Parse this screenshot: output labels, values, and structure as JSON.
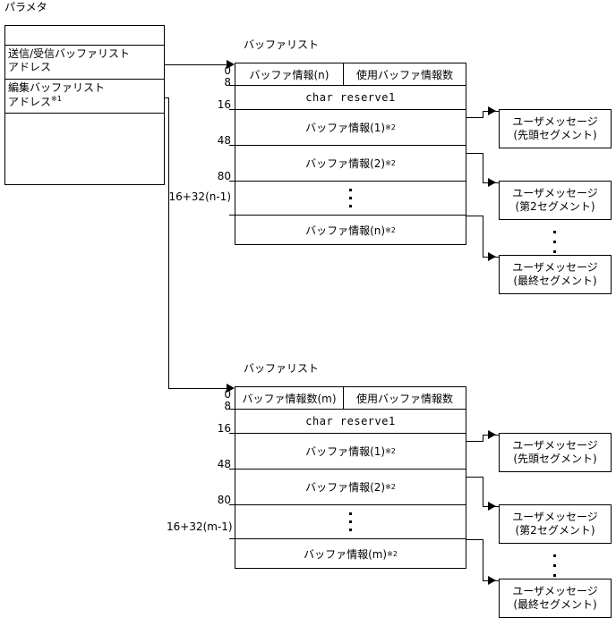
{
  "parameter": {
    "title": "パラメタ",
    "rows": [
      {
        "text": "",
        "note": ""
      },
      {
        "text": "送信/受信バッファリスト",
        "text2": "アドレス",
        "note": ""
      },
      {
        "text": "編集バッファリスト",
        "text2": "アドレス",
        "note": "※1"
      },
      {
        "text": "",
        "note": ""
      }
    ]
  },
  "buffer_list_upper": {
    "title": "バッファリスト",
    "header_left": "バッファ情報(n)",
    "header_right": "使用バッファ情報数",
    "reserve": "char reserve1",
    "row_buffer1": "バッファ情報(1)",
    "row_buffer1_note": "※2",
    "row_buffer2": "バッファ情報(2)",
    "row_buffer2_note": "※2",
    "row_buffer_n": "バッファ情報(n)",
    "row_buffer_n_note": "※2",
    "offsets": [
      "0",
      "8",
      "16",
      "48",
      "80"
    ],
    "offset_formula": "16+32(n-1)"
  },
  "buffer_list_lower": {
    "title": "バッファリスト",
    "header_left": "バッファ情報数(m)",
    "header_right": "使用バッファ情報数",
    "reserve": "char reserve1",
    "row_buffer1": "バッファ情報(1)",
    "row_buffer1_note": "※2",
    "row_buffer2": "バッファ情報(2)",
    "row_buffer2_note": "※2",
    "row_buffer_n": "バッファ情報(m)",
    "row_buffer_n_note": "※2",
    "offsets": [
      "0",
      "8",
      "16",
      "48",
      "80"
    ],
    "offset_formula": "16+32(m-1)"
  },
  "user_messages_upper": [
    {
      "line1": "ユーザメッセージ",
      "line2": "(先頭セグメント)"
    },
    {
      "line1": "ユーザメッセージ",
      "line2": "(第2セグメント)"
    },
    {
      "line1": "ユーザメッセージ",
      "line2": "(最終セグメント)"
    }
  ],
  "user_messages_lower": [
    {
      "line1": "ユーザメッセージ",
      "line2": "(先頭セグメント)"
    },
    {
      "line1": "ユーザメッセージ",
      "line2": "(第2セグメント)"
    },
    {
      "line1": "ユーザメッセージ",
      "line2": "(最終セグメント)"
    }
  ],
  "colors": {
    "line": "#000000",
    "background": "#ffffff"
  }
}
